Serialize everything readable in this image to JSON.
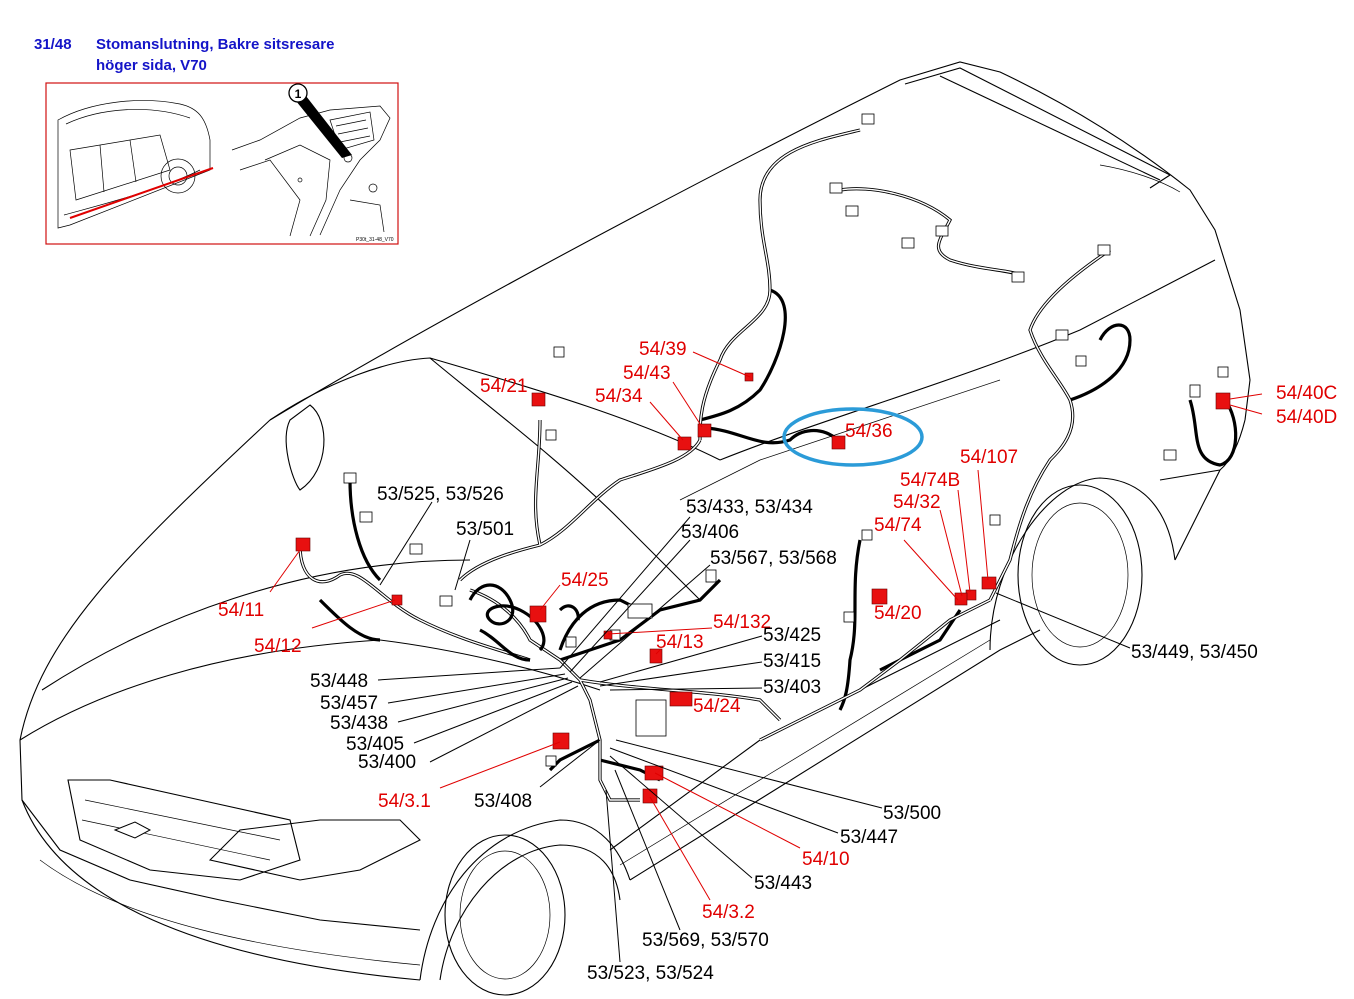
{
  "header": {
    "number": "31/48",
    "title_line1": "Stomanslutning, Bakre sitsresare",
    "title_line2": "höger sida, V70"
  },
  "inset": {
    "ground_marker": "1",
    "code": "P30t_31-48_V70"
  },
  "colors": {
    "highlight": "#e00000",
    "title": "#1414c8",
    "ellipse": "#2b9bd8"
  },
  "labels": {
    "red": {
      "l54_39": "54/39",
      "l54_43": "54/43",
      "l54_34": "54/34",
      "l54_21": "54/21",
      "l54_36": "54/36",
      "l54_40c": "54/40C",
      "l54_40d": "54/40D",
      "l54_107": "54/107",
      "l54_74b": "54/74B",
      "l54_32": "54/32",
      "l54_74": "54/74",
      "l54_25": "54/25",
      "l54_20": "54/20",
      "l54_11": "54/11",
      "l54_12": "54/12",
      "l54_132": "54/132",
      "l54_13": "54/13",
      "l54_24": "54/24",
      "l54_3_1": "54/3.1",
      "l54_10": "54/10",
      "l54_3_2": "54/3.2"
    },
    "black": {
      "l53_525": "53/525, 53/526",
      "l53_501": "53/501",
      "l53_433": "53/433, 53/434",
      "l53_406": "53/406",
      "l53_567": "53/567, 53/568",
      "l53_425": "53/425",
      "l53_415": "53/415",
      "l53_403": "53/403",
      "l53_448": "53/448",
      "l53_457": "53/457",
      "l53_438": "53/438",
      "l53_405": "53/405",
      "l53_400": "53/400",
      "l53_408": "53/408",
      "l53_449": "53/449, 53/450",
      "l53_500": "53/500",
      "l53_447": "53/447",
      "l53_443": "53/443",
      "l53_569": "53/569, 53/570",
      "l53_523": "53/523, 53/524"
    }
  }
}
